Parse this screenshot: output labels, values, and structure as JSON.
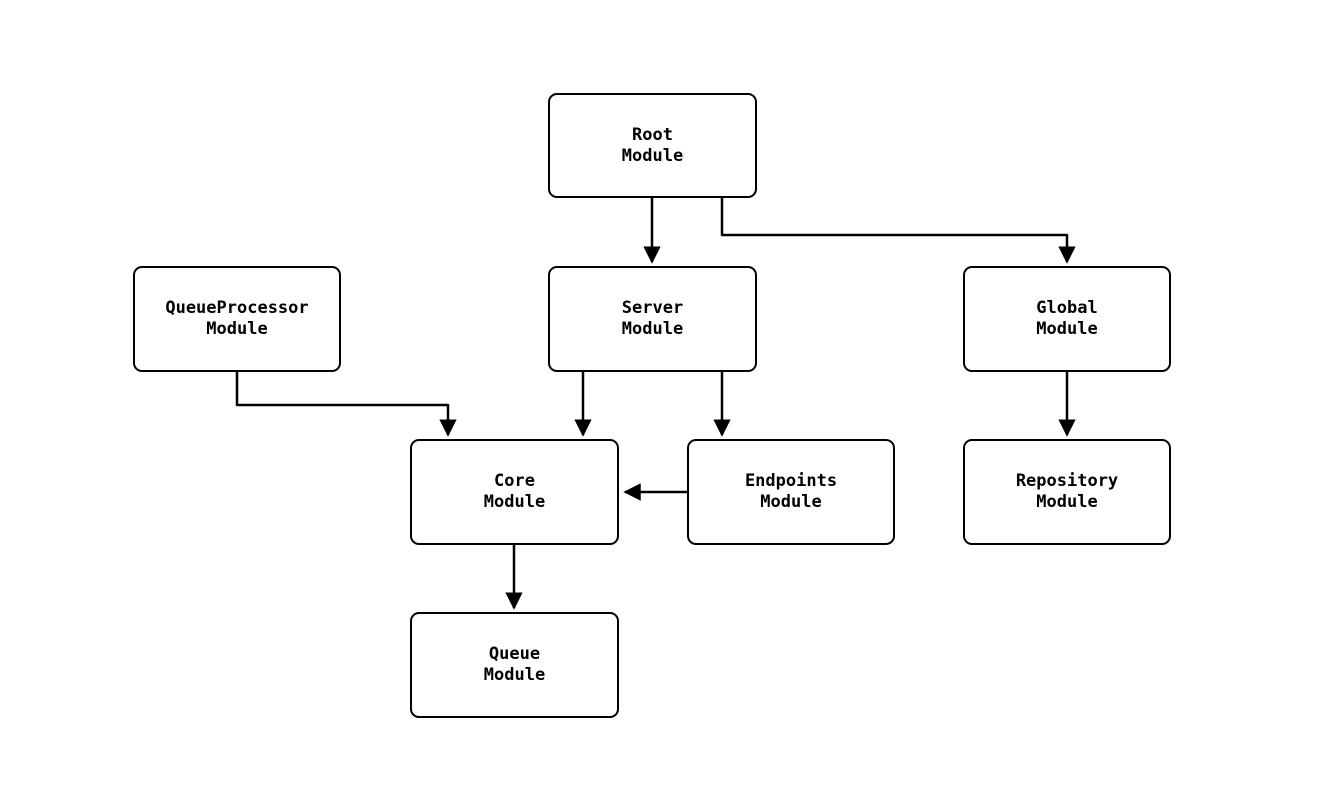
{
  "diagram": {
    "type": "module-dependency-graph",
    "colors": {
      "stroke": "#000000",
      "background": "#ffffff",
      "text": "#000000"
    },
    "nodes": {
      "root": {
        "line1": "Root",
        "line2": "Module"
      },
      "queueproc": {
        "line1": "QueueProcessor",
        "line2": "Module"
      },
      "server": {
        "line1": "Server",
        "line2": "Module"
      },
      "global": {
        "line1": "Global",
        "line2": "Module"
      },
      "core": {
        "line1": "Core",
        "line2": "Module"
      },
      "endpoints": {
        "line1": "Endpoints",
        "line2": "Module"
      },
      "repository": {
        "line1": "Repository",
        "line2": "Module"
      },
      "queue": {
        "line1": "Queue",
        "line2": "Module"
      }
    },
    "edges": [
      {
        "from": "Root Module",
        "to": "Server Module"
      },
      {
        "from": "Root Module",
        "to": "Global Module"
      },
      {
        "from": "QueueProcessor Module",
        "to": "Core Module"
      },
      {
        "from": "Server Module",
        "to": "Core Module"
      },
      {
        "from": "Server Module",
        "to": "Endpoints Module"
      },
      {
        "from": "Endpoints Module",
        "to": "Core Module"
      },
      {
        "from": "Global Module",
        "to": "Repository Module"
      },
      {
        "from": "Core Module",
        "to": "Queue Module"
      }
    ]
  }
}
